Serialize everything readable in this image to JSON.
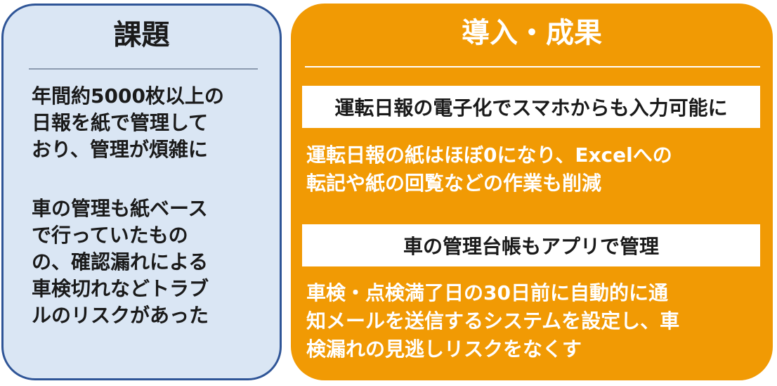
{
  "issues_panel": {
    "title": "課題",
    "paragraph1": [
      "年間約5000枚以上の",
      "日報を紙で管理して",
      "おり、管理が煩雑に"
    ],
    "paragraph2": [
      "車の管理も紙ベース",
      "で行っていたもの",
      "の、確認漏れによる",
      "車検切れなどトラブ",
      "ルのリスクがあった"
    ]
  },
  "results_panel": {
    "title": "導入・成果",
    "items": [
      {
        "heading": "運転日報の電子化でスマホからも入力可能に",
        "lines": [
          "運転日報の紙はほぼ0になり、Excelへの",
          "転記や紙の回覧などの作業も削減"
        ]
      },
      {
        "heading": "車の管理台帳もアプリで管理",
        "lines": [
          "車検・点検満了日の30日前に自動的に通",
          "知メールを送信するシステムを設定し、車",
          "検漏れの見逃しリスクをなくす"
        ]
      }
    ]
  },
  "colors": {
    "issues_fill": "#dae6f4",
    "issues_border": "#2f5597",
    "results_fill": "#f19a04",
    "heading_box": "#ffffff"
  }
}
